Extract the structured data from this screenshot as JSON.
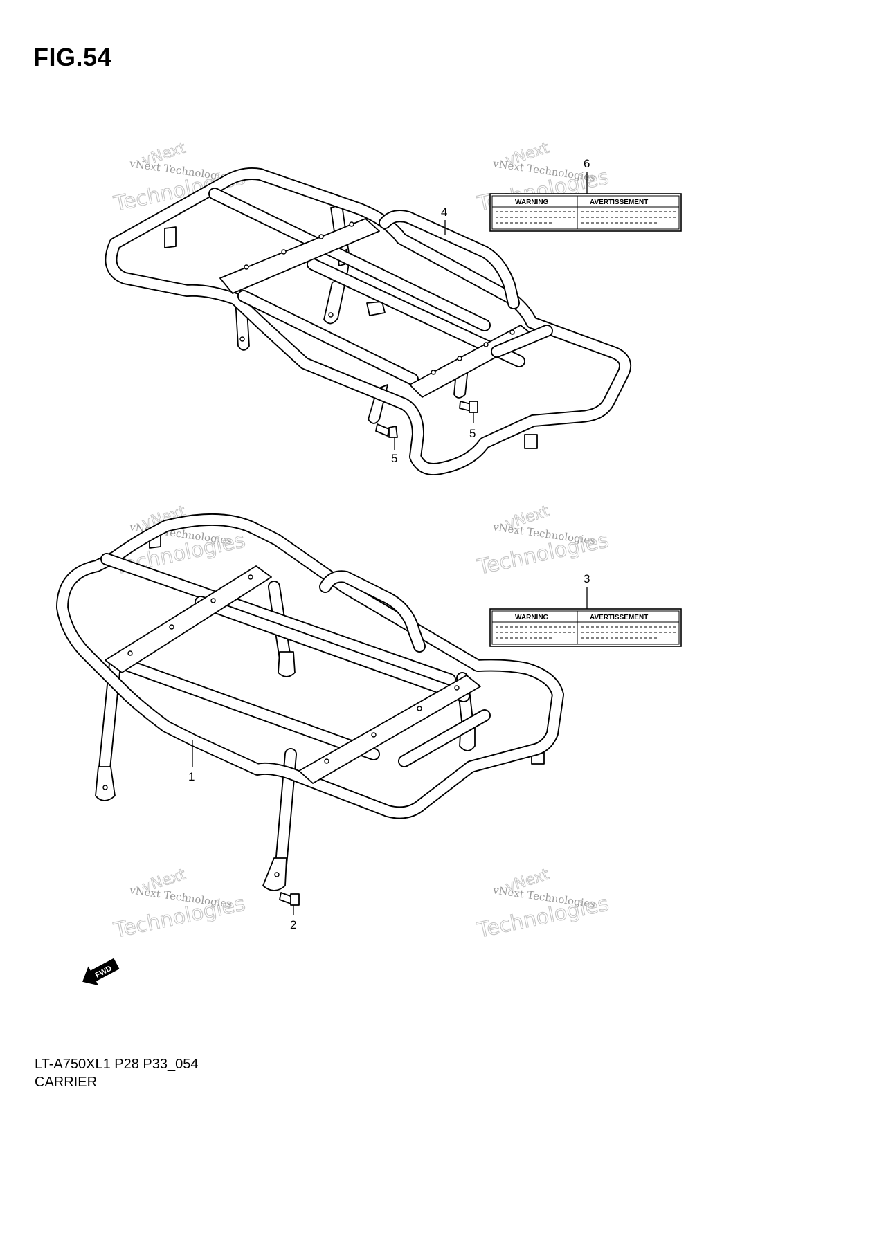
{
  "figure": {
    "title": "FIG.54"
  },
  "footer": {
    "code": "LT-A750XL1 P28 P33_054",
    "name": "CARRIER"
  },
  "callouts": {
    "c1": "1",
    "c2": "2",
    "c3": "3",
    "c4": "4",
    "c5a": "5",
    "c5b": "5",
    "c6": "6"
  },
  "labels": {
    "top": {
      "left": "WARNING",
      "right": "AVERTISSEMENT"
    },
    "bottom": {
      "left": "WARNING",
      "right": "AVERTISSEMENT"
    }
  },
  "watermark": {
    "line1": "vNext",
    "line2": "vNext Technologies",
    "line3": "Technologies"
  },
  "fwd_arrow": {
    "text": "FWD"
  }
}
